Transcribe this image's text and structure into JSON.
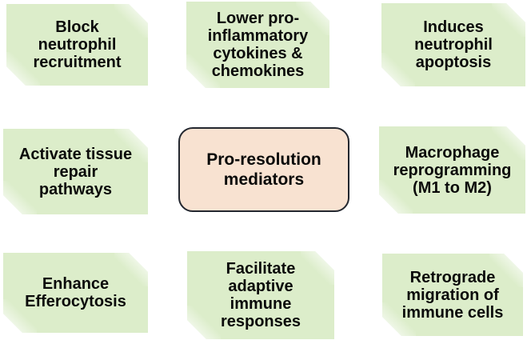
{
  "figure": {
    "background": "#ffffff",
    "text_color": "#0a0a0a",
    "node_fill": "#dcedca",
    "center_node": {
      "label": "Pro-resolution\nmediators",
      "fill": "#f8e2d1",
      "border_color": "#23272f"
    },
    "benefit_nodes": [
      {
        "id": "block-neutrophil-recruitment",
        "label": "Block\nneutrophil\nrecruitment"
      },
      {
        "id": "lower-pro-inflammatory-cytokines",
        "label": "Lower pro-\ninflammatory\ncytokines &\nchemokines"
      },
      {
        "id": "induces-neutrophil-apoptosis",
        "label": "Induces\nneutrophil\napoptosis"
      },
      {
        "id": "activate-tissue-repair-pathways",
        "label": "Activate tissue\nrepair\npathways"
      },
      {
        "id": "macrophage-reprogramming-m1-to-m2",
        "label": "Macrophage\nreprogramming\n(M1 to M2)"
      },
      {
        "id": "enhance-efferocytosis",
        "label": "Enhance\nEfferocytosis"
      },
      {
        "id": "facilitate-adaptive-immune-responses",
        "label": "Facilitate\nadaptive\nimmune\nresponses"
      },
      {
        "id": "retrograde-migration-of-immune-cells",
        "label": "Retrograde\nmigration of\nimmune cells"
      }
    ]
  }
}
